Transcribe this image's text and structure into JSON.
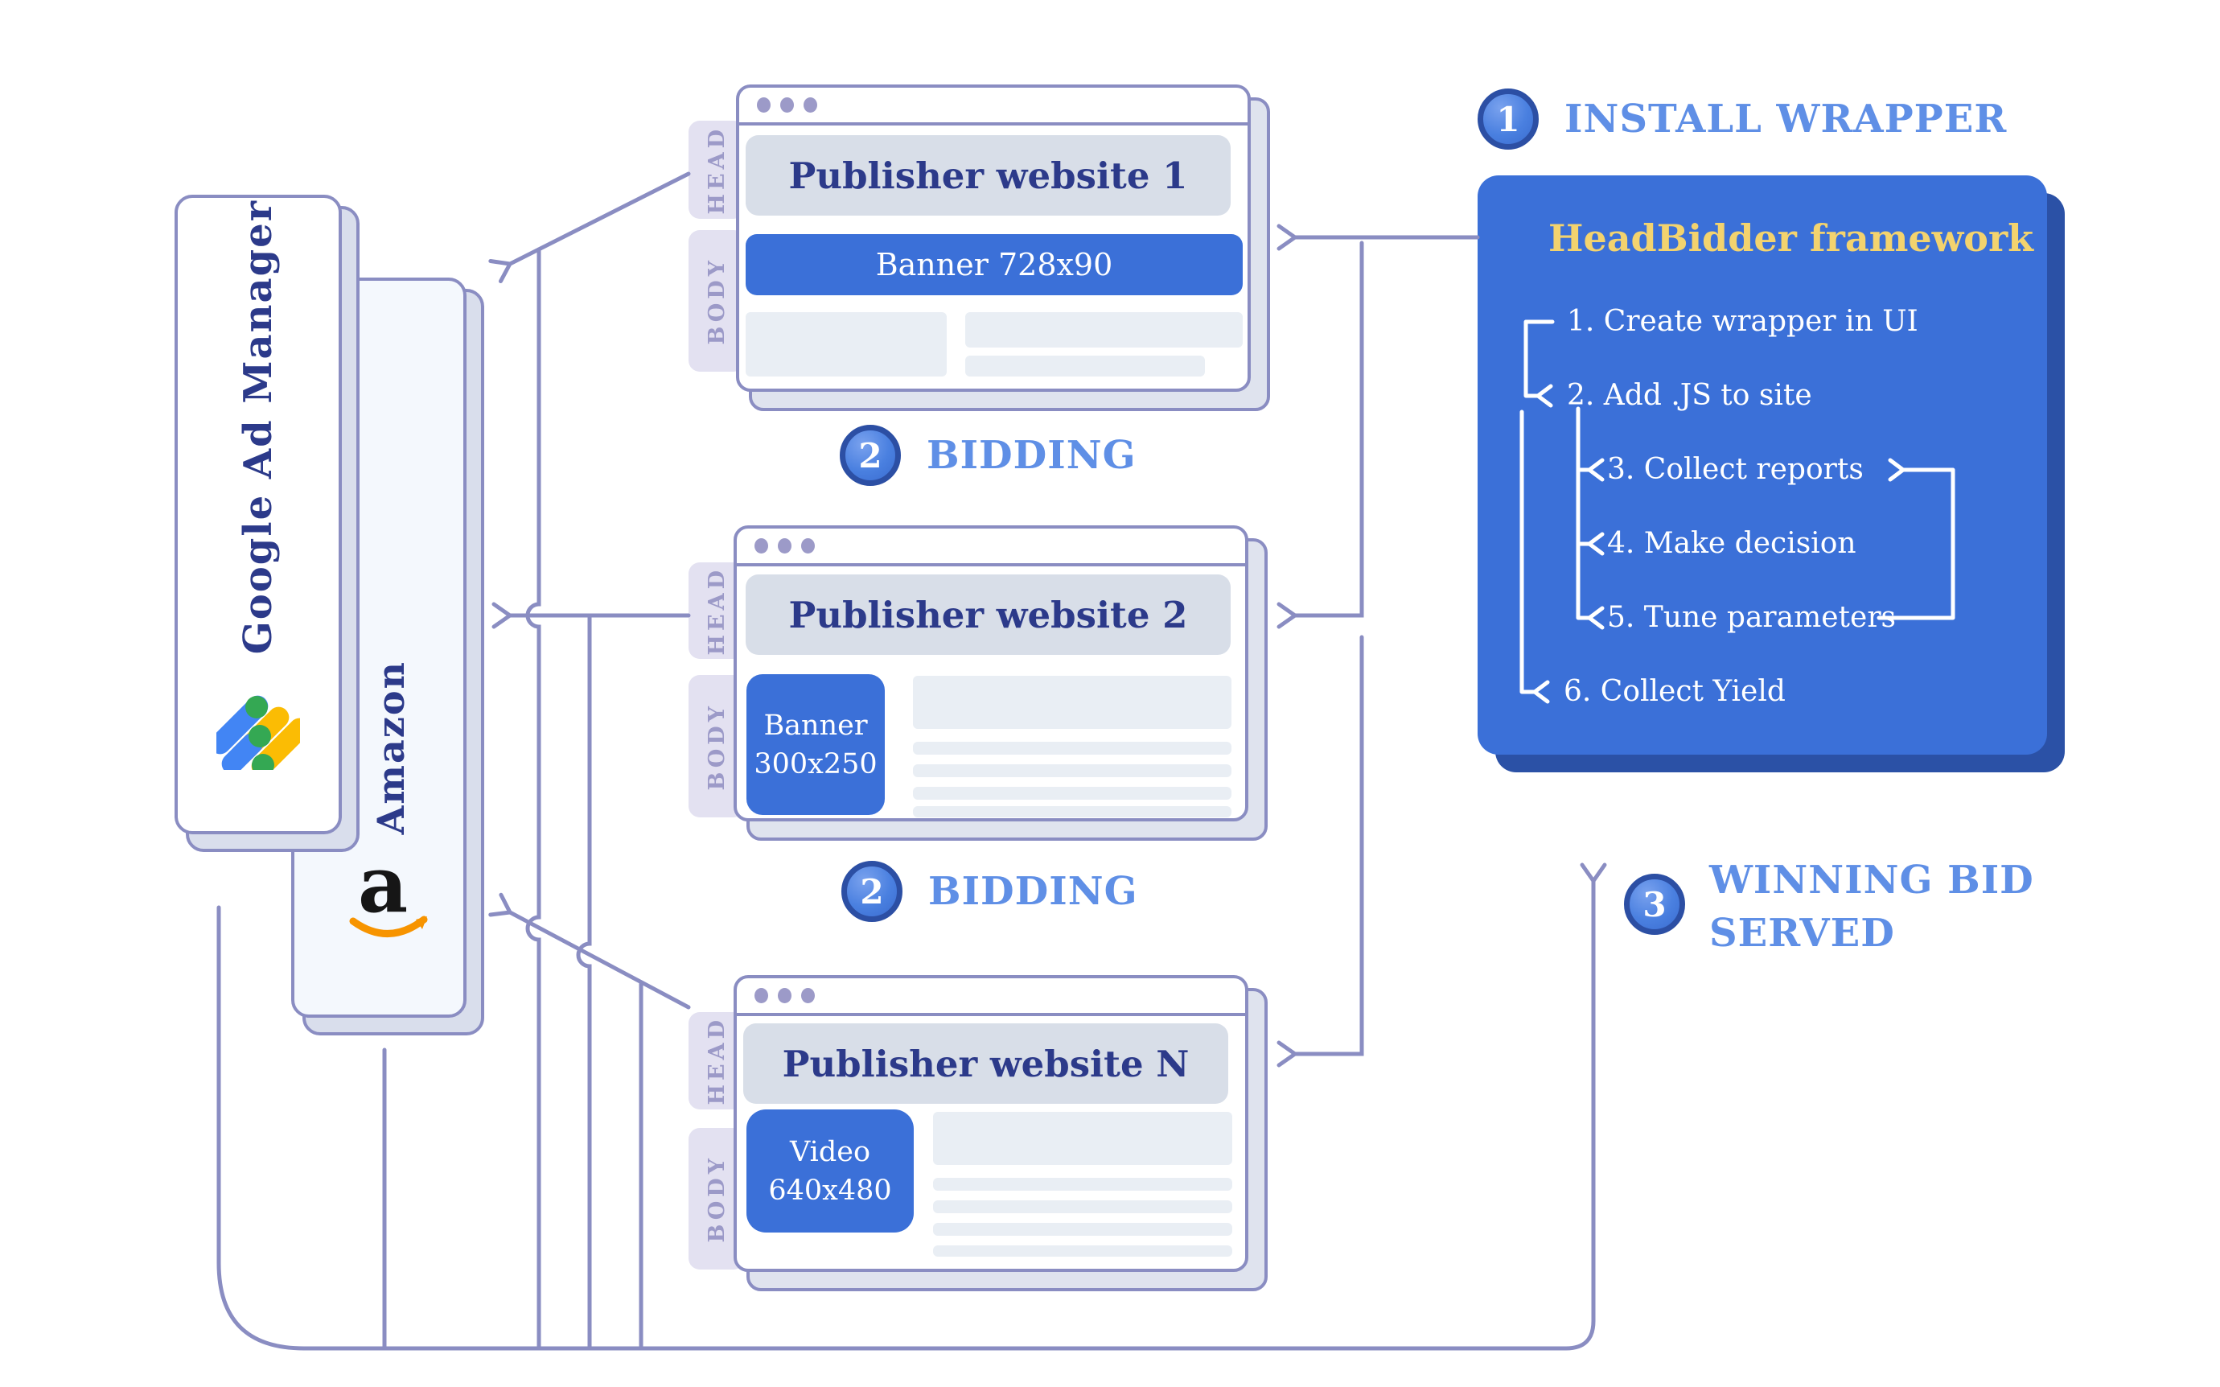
{
  "colors": {
    "accent_blue": "#3b70d8",
    "navy_text": "#2c3a8a",
    "lavender_line": "#8a8dc2",
    "label_blue": "#5f8fe6",
    "framework_title_yellow": "#f3d36e",
    "badge_ring": "#2c4fa4"
  },
  "sources": [
    {
      "name": "Google Ad Manager"
    },
    {
      "name": "Amazon"
    }
  ],
  "websites": [
    {
      "title": "Publisher website 1",
      "head": "HEAD",
      "body": "BODY",
      "ad": "Banner 728x90"
    },
    {
      "title": "Publisher website 2",
      "head": "HEAD",
      "body": "BODY",
      "ad1": "Banner",
      "ad2": "300x250"
    },
    {
      "title": "Publisher website N",
      "head": "HEAD",
      "body": "BODY",
      "ad1": "Video",
      "ad2": "640x480"
    }
  ],
  "steps": {
    "install": {
      "number": "1",
      "label": "INSTALL WRAPPER"
    },
    "bidding1": {
      "number": "2",
      "label": "BIDDING"
    },
    "bidding2": {
      "number": "2",
      "label": "BIDDING"
    },
    "winning": {
      "number": "3",
      "line1": "WINNING BID",
      "line2": "SERVED"
    }
  },
  "framework": {
    "title": "HeadBidder framework",
    "items": [
      "1. Create wrapper in UI",
      "2. Add .JS to site",
      "3. Collect reports",
      "4. Make decision",
      "5. Tune parameters",
      "6. Collect Yield"
    ]
  }
}
